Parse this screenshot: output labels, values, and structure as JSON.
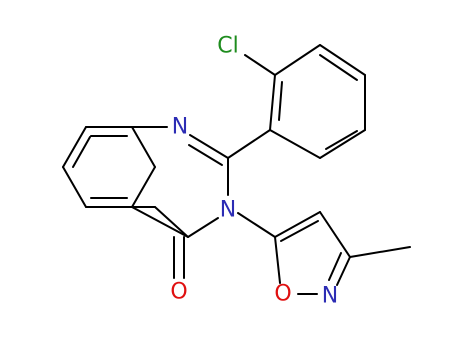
{
  "atoms": {
    "chlorine": {
      "label": "Cl",
      "color": "#1e8c1e"
    },
    "n_ring_top": {
      "label": "N",
      "color": "#2c2cb4"
    },
    "n_ring_mid": {
      "label": "N",
      "color": "#2c2cb4"
    },
    "n_isoxazole": {
      "label": "N",
      "color": "#2c2cb4"
    },
    "o_carbonyl": {
      "label": "O",
      "color": "#e01010"
    },
    "o_isoxazole": {
      "label": "O",
      "color": "#e01010"
    }
  },
  "colors": {
    "bond": "#000000",
    "background": "#ffffff"
  }
}
